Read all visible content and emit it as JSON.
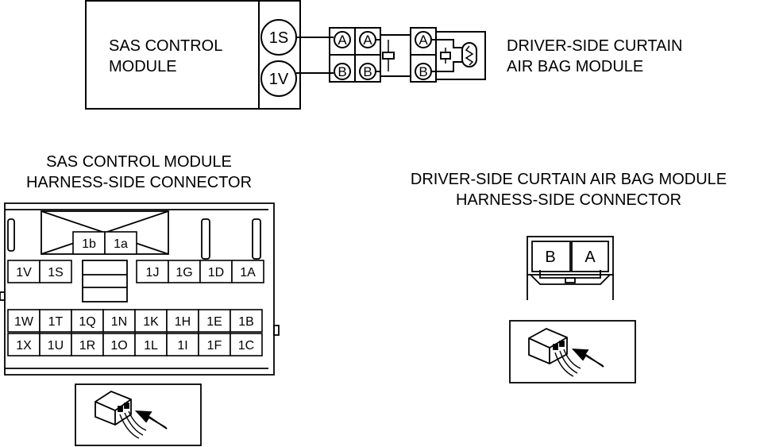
{
  "schematic": {
    "module_label": [
      "SAS CONTROL",
      "MODULE"
    ],
    "terminal_top": "1S",
    "terminal_bottom": "1V",
    "pin_a": "A",
    "pin_b": "B",
    "airbag_label": [
      "DRIVER-SIDE CURTAIN",
      "AIR BAG MODULE"
    ]
  },
  "sas_connector": {
    "title": [
      "SAS CONTROL MODULE",
      "HARNESS-SIDE CONNECTOR"
    ],
    "top_pins": [
      "1b",
      "1a"
    ],
    "row1_left": [
      "1V",
      "1S"
    ],
    "row1_right": [
      "1J",
      "1G",
      "1D",
      "1A"
    ],
    "row2": [
      "1W",
      "1T",
      "1Q",
      "1N",
      "1K",
      "1H",
      "1E",
      "1B"
    ],
    "row3": [
      "1X",
      "1U",
      "1R",
      "1O",
      "1L",
      "1I",
      "1F",
      "1C"
    ]
  },
  "airbag_connector": {
    "title": [
      "DRIVER-SIDE CURTAIN AIR BAG MODULE",
      "HARNESS-SIDE CONNECTOR"
    ],
    "pins": [
      "B",
      "A"
    ]
  },
  "icons": [
    "connector-view-icon",
    "insertion-arrow-icon"
  ]
}
